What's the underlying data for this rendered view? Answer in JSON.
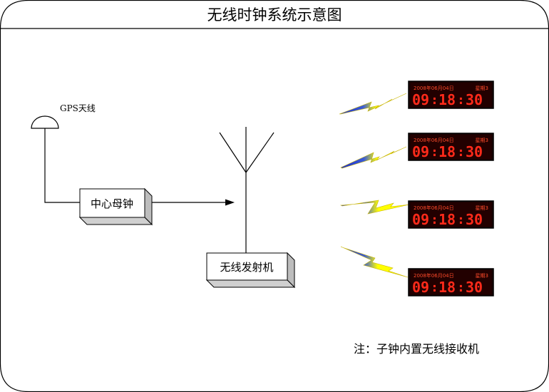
{
  "title": "无线时钟系统示意图",
  "gps_label": "GPS天线",
  "master_clock_label": "中心母钟",
  "transmitter_label": "无线发射机",
  "note": "注：子钟内置无线接收机",
  "clocks": [
    {
      "date": "2008年06月04日",
      "weekday": "星期3",
      "time_h": "09",
      "time_m": "18",
      "time_s": "30"
    },
    {
      "date": "2008年06月04日",
      "weekday": "星期3",
      "time_h": "09",
      "time_m": "18",
      "time_s": "30"
    },
    {
      "date": "2008年06月04日",
      "weekday": "星期3",
      "time_h": "09",
      "time_m": "18",
      "time_s": "30"
    },
    {
      "date": "2008年06月04日",
      "weekday": "星期3",
      "time_h": "09",
      "time_m": "18",
      "time_s": "30"
    }
  ],
  "colors": {
    "led_red": "#ff2a1a",
    "clock_body": "#1a0000",
    "lightning_yellow": "#ffff00",
    "lightning_blue": "#1a2ad0",
    "box_shadow_gray": "#bdbdbd"
  }
}
